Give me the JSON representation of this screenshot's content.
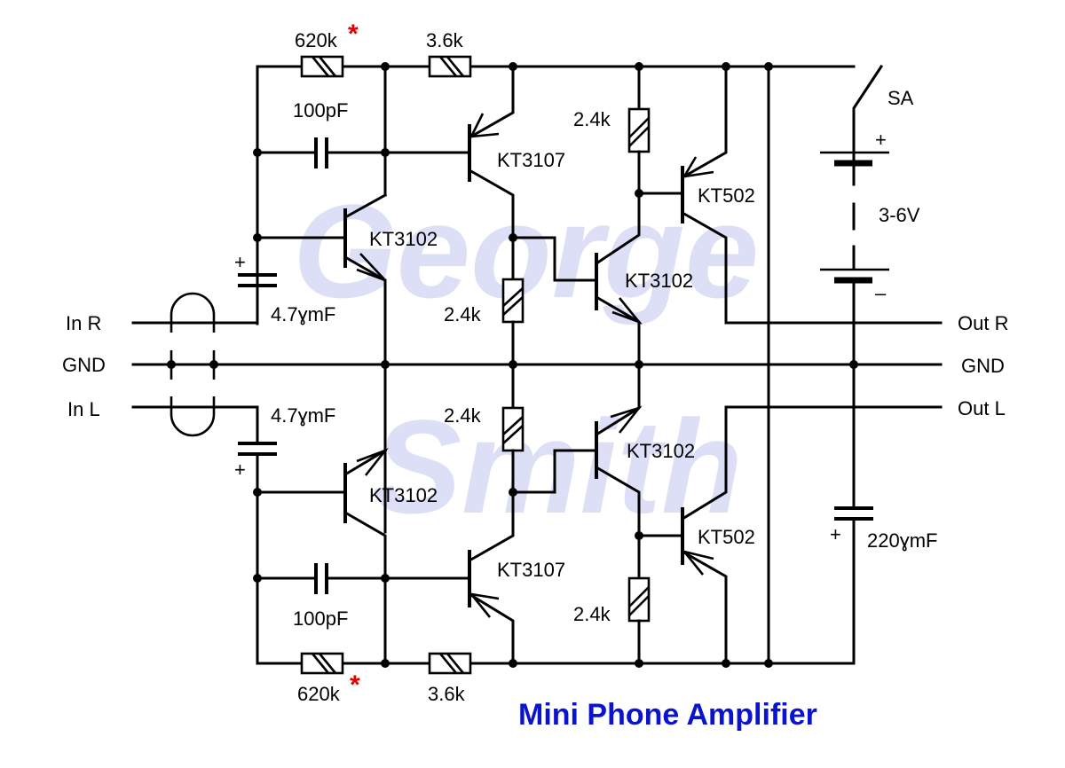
{
  "title": "Mini Phone Amplifier",
  "watermark": {
    "line1": "George",
    "line2": "Smith"
  },
  "colors": {
    "title": "#0b14cc",
    "star": "#e00000",
    "watermark": "#dcdff5",
    "wire": "#000000"
  },
  "terminals": {
    "in_r": "In R",
    "gnd_in": "GND",
    "in_l": "In L",
    "out_r": "Out R",
    "gnd_out": "GND",
    "out_l": "Out L"
  },
  "power": {
    "switch": "SA",
    "battery_voltage": "3-6V",
    "plus": "+",
    "minus": "–"
  },
  "components": {
    "r_fb_top": {
      "value": "620k",
      "mark": "*"
    },
    "r_top": {
      "value": "3.6k"
    },
    "c_ff_top": {
      "value": "100pF"
    },
    "c_in_r": {
      "value": "4.7ɣmF",
      "polarity": "+"
    },
    "q1_top": {
      "part": "KT3102"
    },
    "q2_top": {
      "part": "KT3107"
    },
    "r_mid_top": {
      "value": "2.4k"
    },
    "r_bias_top": {
      "value": "2.4k"
    },
    "q3_top": {
      "part": "KT3102"
    },
    "q4_top": {
      "part": "KT502"
    },
    "c_in_l": {
      "value": "4.7ɣmF",
      "polarity": "+"
    },
    "q1_bot": {
      "part": "KT3102"
    },
    "q2_bot": {
      "part": "KT3107"
    },
    "r_mid_bot": {
      "value": "2.4k"
    },
    "r_bias_bot": {
      "value": "2.4k"
    },
    "q3_bot": {
      "part": "KT3102"
    },
    "q4_bot": {
      "part": "KT502"
    },
    "c_ff_bot": {
      "value": "100pF"
    },
    "r_fb_bot": {
      "value": "620k",
      "mark": "*"
    },
    "r_bot": {
      "value": "3.6k"
    },
    "c_supply": {
      "value": "220ɣmF",
      "polarity": "+"
    }
  }
}
